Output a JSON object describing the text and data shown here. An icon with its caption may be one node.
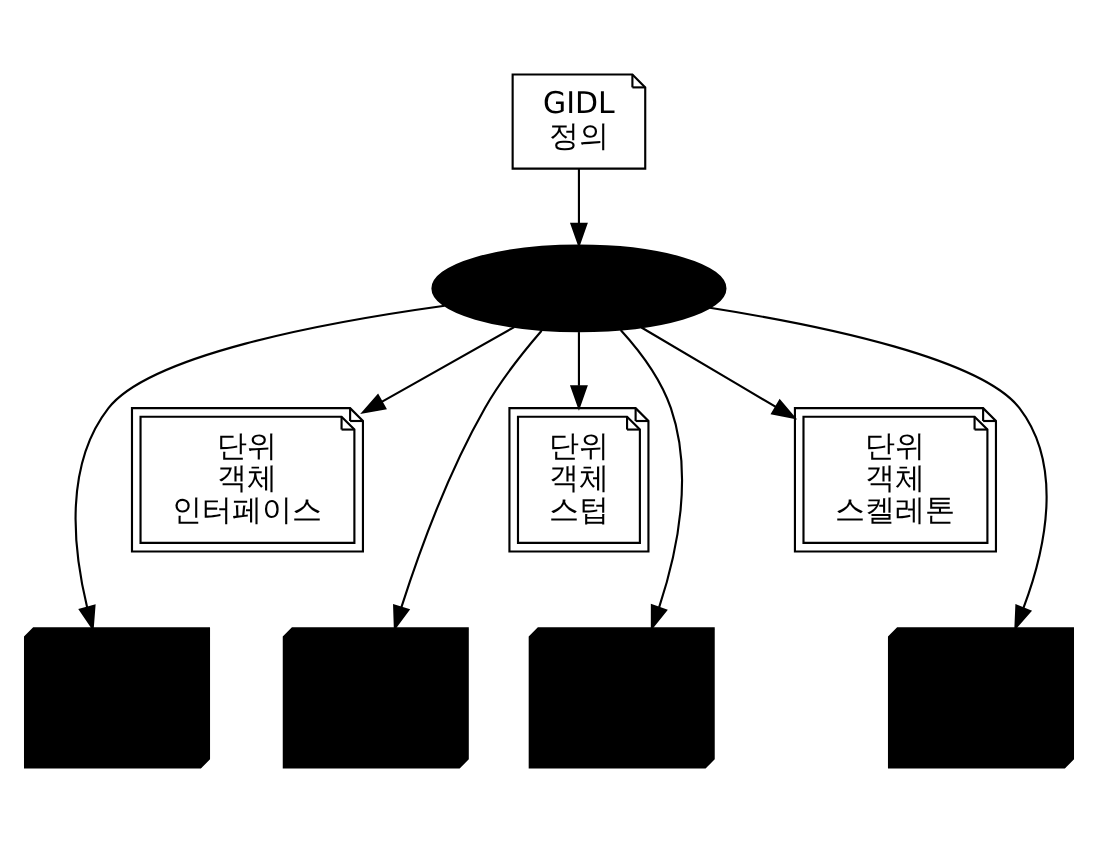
{
  "diagram": {
    "nodes": [
      {
        "text": [
          "GIDL 정의"
        ]
      },
      {
        "text": [],
        "shape": "ellipse"
      },
      {
        "text": [
          "단위 객체 인터페이스"
        ]
      },
      {
        "text": [
          "단위 객체 스텁"
        ]
      },
      {
        "text": [
          "단위 객체 스켈레톤"
        ]
      },
      {
        "text": [],
        "shape": "box"
      },
      {
        "text": [],
        "shape": "box"
      },
      {
        "text": [],
        "shape": "box"
      },
      {
        "text": [],
        "shape": "box"
      }
    ],
    "edges": [
      {
        "from": 0,
        "to": 1,
        "arrow": "to"
      },
      {
        "from": 1,
        "to": 2,
        "arrow": "to"
      },
      {
        "from": 1,
        "to": 3,
        "arrow": "to"
      },
      {
        "from": 1,
        "to": 4,
        "arrow": "to"
      },
      {
        "from": 1,
        "to": 5,
        "arrow": "to"
      },
      {
        "from": 1,
        "to": 6,
        "arrow": "to"
      },
      {
        "from": 1,
        "to": 7,
        "arrow": "to"
      },
      {
        "from": 1,
        "to": 8,
        "arrow": "to"
      }
    ]
  }
}
